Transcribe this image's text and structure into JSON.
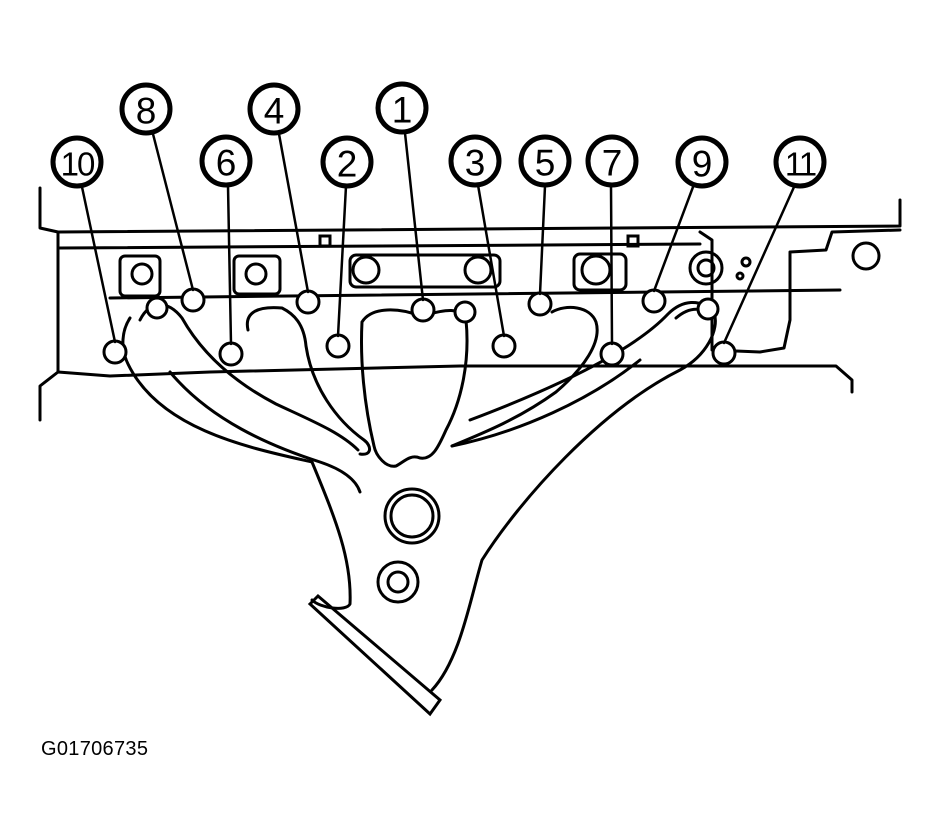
{
  "figure_id": "G01706735",
  "callouts": [
    "1",
    "2",
    "3",
    "4",
    "5",
    "6",
    "7",
    "8",
    "9",
    "10",
    "11"
  ],
  "colors": {
    "line": "#000000",
    "background": "#ffffff"
  }
}
